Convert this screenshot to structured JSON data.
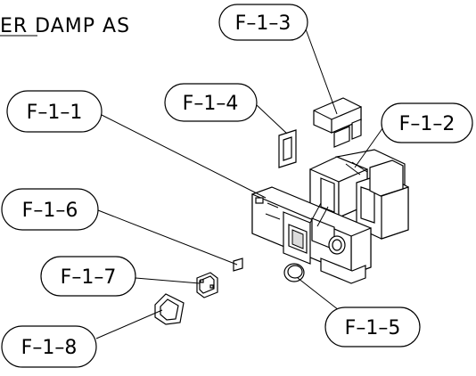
{
  "title": "ER DAMP AS",
  "callouts": [
    {
      "id": "f-1-3",
      "label": "F–1–3"
    },
    {
      "id": "f-1-4",
      "label": "F–1–4"
    },
    {
      "id": "f-1-1",
      "label": "F–1–1"
    },
    {
      "id": "f-1-2",
      "label": "F–1–2"
    },
    {
      "id": "f-1-6",
      "label": "F–1–6"
    },
    {
      "id": "f-1-7",
      "label": "F–1–7"
    },
    {
      "id": "f-1-5",
      "label": "F–1–5"
    },
    {
      "id": "f-1-8",
      "label": "F–1–8"
    }
  ],
  "colors": {
    "ink": "#000000",
    "paper": "#ffffff",
    "shade": "#dcdcdc"
  }
}
